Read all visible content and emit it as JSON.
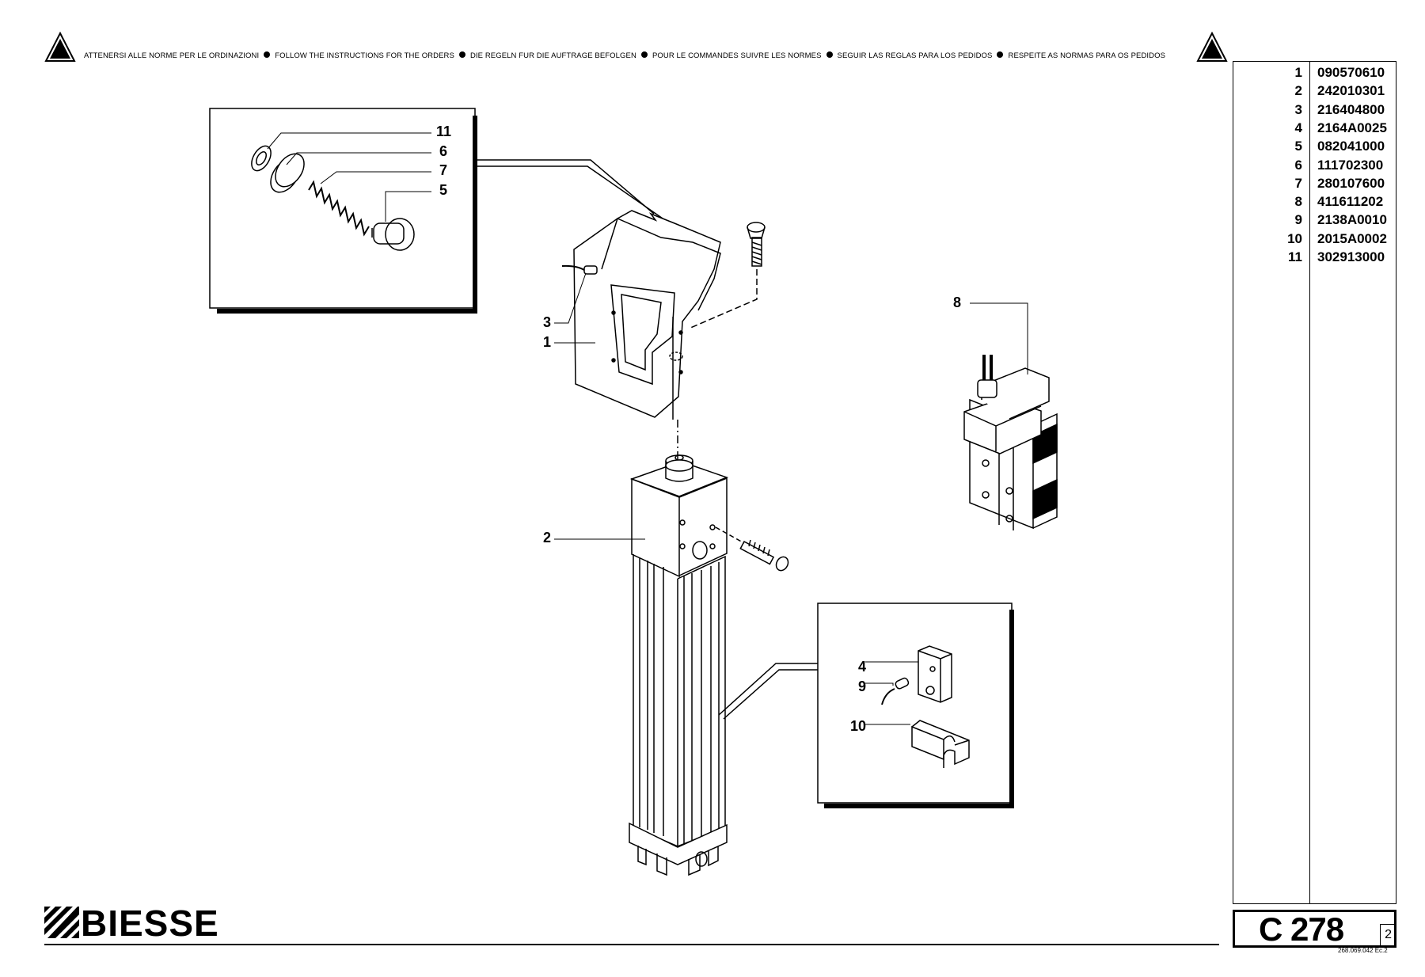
{
  "header": {
    "instructions": [
      "ATTENERSI ALLE NORME PER LE ORDINAZIONI",
      "FOLLOW THE INSTRUCTIONS FOR THE ORDERS",
      "DIE REGELN FUR DIE AUFTRAGE BEFOLGEN",
      "POUR LE COMMANDES SUIVRE LES NORMES",
      "SEGUIR LAS REGLAS PARA LOS PEDIDOS",
      "RESPEITE AS NORMAS PARA OS PEDIDOS"
    ],
    "warning_icon": "warning-triangle-icon"
  },
  "parts": [
    {
      "pos": "1",
      "code": "090570610"
    },
    {
      "pos": "2",
      "code": "242010301"
    },
    {
      "pos": "3",
      "code": "216404800"
    },
    {
      "pos": "4",
      "code": "2164A0025"
    },
    {
      "pos": "5",
      "code": "082041000"
    },
    {
      "pos": "6",
      "code": "111702300"
    },
    {
      "pos": "7",
      "code": "280107600"
    },
    {
      "pos": "8",
      "code": "411611202"
    },
    {
      "pos": "9",
      "code": "2138A0010"
    },
    {
      "pos": "10",
      "code": "2015A0002"
    },
    {
      "pos": "11",
      "code": "302913000"
    }
  ],
  "callouts": {
    "c11": "11",
    "c6": "6",
    "c7": "7",
    "c5": "5",
    "c3": "3",
    "c1": "1",
    "c2": "2",
    "c8": "8",
    "c4": "4",
    "c9": "9",
    "c10": "10"
  },
  "sheet": {
    "code": "C 278",
    "page": "2",
    "drawing_no": "268.069.042 Ec.2"
  },
  "brand": {
    "name": "BIESSE"
  }
}
